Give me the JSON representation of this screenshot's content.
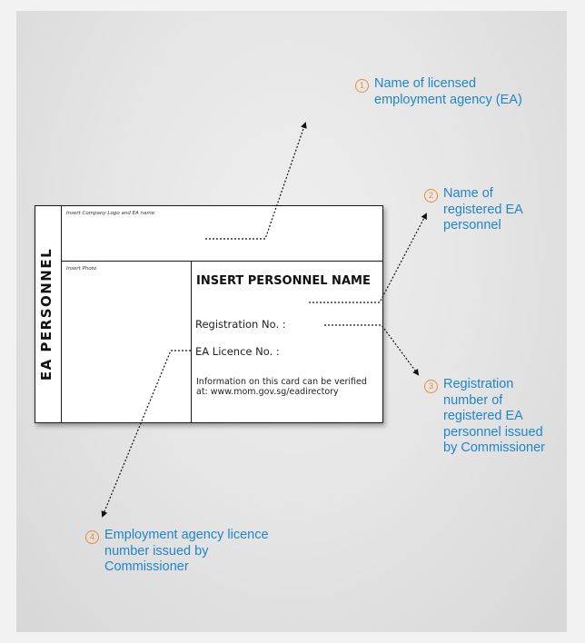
{
  "card": {
    "side_title": "EA PERSONNEL",
    "logo_hint": "Insert Company Logo and EA name",
    "photo_hint": "Insert Photo",
    "personnel_name": "INSERT PERSONNEL NAME",
    "registration_label": "Registration No. :",
    "licence_label": "EA Licence No. :",
    "verify_text": "Information on this card can be verified at: www.mom.gov.sg/eadirectory"
  },
  "callouts": [
    {
      "number": "1",
      "text": "Name of licensed employment agency (EA)"
    },
    {
      "number": "2",
      "text": "Name of registered EA personnel"
    },
    {
      "number": "3",
      "text": "Registration number of registered EA personnel issued by Commissioner"
    },
    {
      "number": "4",
      "text": "Employment agency licence number issued by Commissioner"
    }
  ],
  "colors": {
    "callout_text": "#1f86c8",
    "number_badge": "#f08a32"
  }
}
